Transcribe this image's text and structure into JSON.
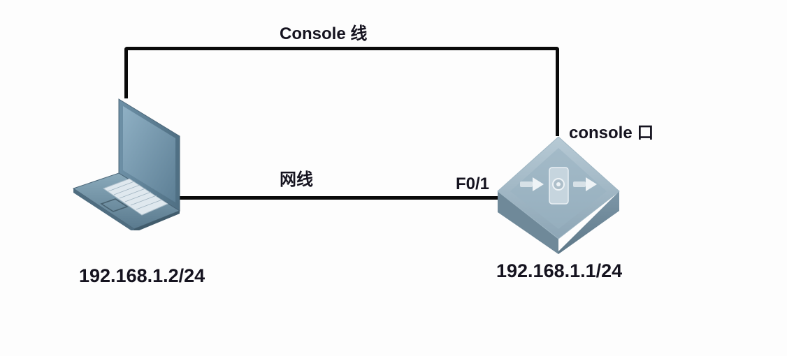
{
  "diagram": {
    "links": {
      "console_cable_label": "Console 线",
      "ethernet_cable_label": "网线"
    },
    "pc": {
      "type": "laptop",
      "ip_label": "192.168.1.2/24"
    },
    "switch": {
      "type": "layer3-switch",
      "console_port_label": "console 口",
      "port_label": "F0/1",
      "ip_label": "192.168.1.1/24"
    },
    "colors": {
      "wire": "#0a0a0a",
      "device_body": "#7f98a8",
      "device_top": "#a9bfcc",
      "text": "#15131f"
    }
  }
}
